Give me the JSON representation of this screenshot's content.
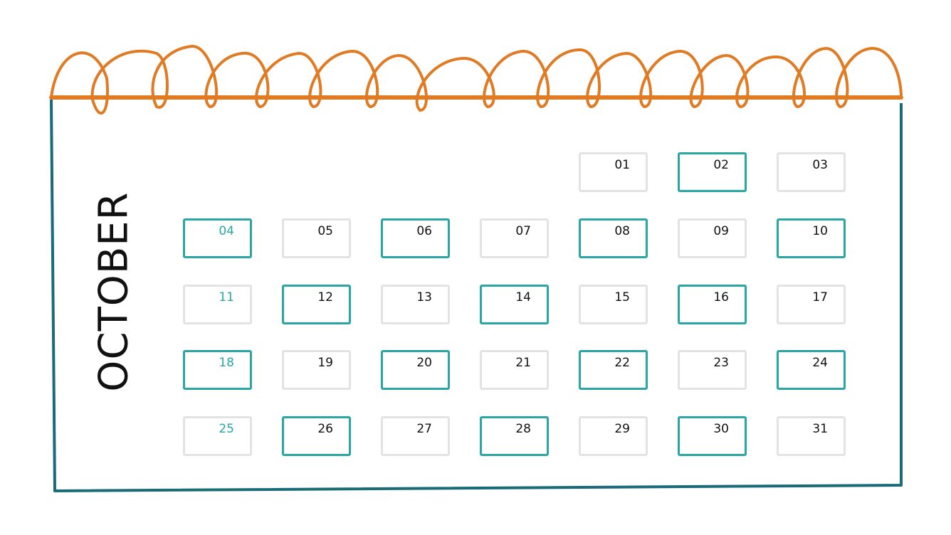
{
  "calendar": {
    "month": "OCTOBER",
    "colors": {
      "accent": "#2aa6a4",
      "spiral": "#e07b24",
      "frame": "#1a6b78",
      "inactive_border": "#e3e3e3"
    },
    "days": [
      {
        "label": "01",
        "col": 4,
        "row": 0,
        "highlight": false,
        "sunday": false
      },
      {
        "label": "02",
        "col": 5,
        "row": 0,
        "highlight": true,
        "sunday": false
      },
      {
        "label": "03",
        "col": 6,
        "row": 0,
        "highlight": false,
        "sunday": false
      },
      {
        "label": "04",
        "col": 0,
        "row": 1,
        "highlight": true,
        "sunday": true
      },
      {
        "label": "05",
        "col": 1,
        "row": 1,
        "highlight": false,
        "sunday": false
      },
      {
        "label": "06",
        "col": 2,
        "row": 1,
        "highlight": true,
        "sunday": false
      },
      {
        "label": "07",
        "col": 3,
        "row": 1,
        "highlight": false,
        "sunday": false
      },
      {
        "label": "08",
        "col": 4,
        "row": 1,
        "highlight": true,
        "sunday": false
      },
      {
        "label": "09",
        "col": 5,
        "row": 1,
        "highlight": false,
        "sunday": false
      },
      {
        "label": "10",
        "col": 6,
        "row": 1,
        "highlight": true,
        "sunday": false
      },
      {
        "label": "11",
        "col": 0,
        "row": 2,
        "highlight": false,
        "sunday": true
      },
      {
        "label": "12",
        "col": 1,
        "row": 2,
        "highlight": true,
        "sunday": false
      },
      {
        "label": "13",
        "col": 2,
        "row": 2,
        "highlight": false,
        "sunday": false
      },
      {
        "label": "14",
        "col": 3,
        "row": 2,
        "highlight": true,
        "sunday": false
      },
      {
        "label": "15",
        "col": 4,
        "row": 2,
        "highlight": false,
        "sunday": false
      },
      {
        "label": "16",
        "col": 5,
        "row": 2,
        "highlight": true,
        "sunday": false
      },
      {
        "label": "17",
        "col": 6,
        "row": 2,
        "highlight": false,
        "sunday": false
      },
      {
        "label": "18",
        "col": 0,
        "row": 3,
        "highlight": true,
        "sunday": true
      },
      {
        "label": "19",
        "col": 1,
        "row": 3,
        "highlight": false,
        "sunday": false
      },
      {
        "label": "20",
        "col": 2,
        "row": 3,
        "highlight": true,
        "sunday": false
      },
      {
        "label": "21",
        "col": 3,
        "row": 3,
        "highlight": false,
        "sunday": false
      },
      {
        "label": "22",
        "col": 4,
        "row": 3,
        "highlight": true,
        "sunday": false
      },
      {
        "label": "23",
        "col": 5,
        "row": 3,
        "highlight": false,
        "sunday": false
      },
      {
        "label": "24",
        "col": 6,
        "row": 3,
        "highlight": true,
        "sunday": false
      },
      {
        "label": "25",
        "col": 0,
        "row": 4,
        "highlight": false,
        "sunday": true
      },
      {
        "label": "26",
        "col": 1,
        "row": 4,
        "highlight": true,
        "sunday": false
      },
      {
        "label": "27",
        "col": 2,
        "row": 4,
        "highlight": false,
        "sunday": false
      },
      {
        "label": "28",
        "col": 3,
        "row": 4,
        "highlight": true,
        "sunday": false
      },
      {
        "label": "29",
        "col": 4,
        "row": 4,
        "highlight": false,
        "sunday": false
      },
      {
        "label": "30",
        "col": 5,
        "row": 4,
        "highlight": true,
        "sunday": false
      },
      {
        "label": "31",
        "col": 6,
        "row": 4,
        "highlight": false,
        "sunday": false
      }
    ]
  }
}
